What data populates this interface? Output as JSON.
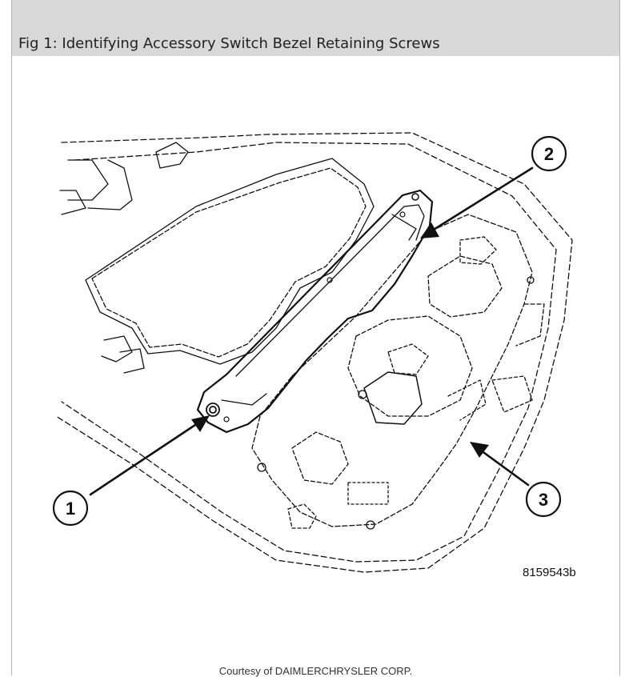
{
  "figure": {
    "title": "Fig 1: Identifying Accessory Switch Bezel Retaining Screws",
    "code": "8159543b",
    "courtesy": "Courtesy of DAIMLERCHRYSLER CORP."
  },
  "callouts": [
    {
      "number": "1"
    },
    {
      "number": "2"
    },
    {
      "number": "3"
    }
  ]
}
